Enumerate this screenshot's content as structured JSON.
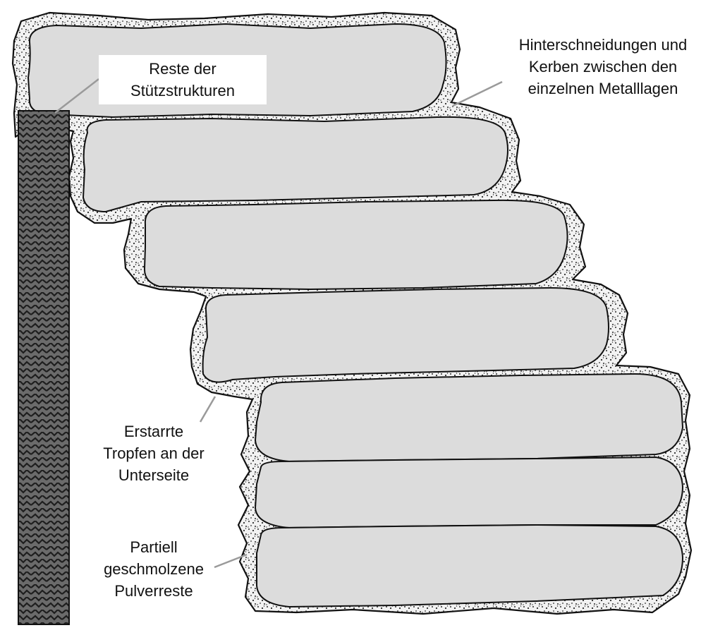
{
  "labels": {
    "support_residue": [
      "Reste der",
      "Stützstrukturen"
    ],
    "undercuts": [
      "Hinterschneidungen und",
      "Kerben zwischen den",
      "einzelnen Metalllagen"
    ],
    "solidified_drops": [
      "Erstarrte",
      "Tropfen an der",
      "Unterseite"
    ],
    "partially_melted_powder": [
      "Partiell",
      "geschmolzene",
      "Pulverreste"
    ]
  },
  "colors": {
    "layer_fill": "#dcdcdc",
    "outline": "#111111",
    "powder_fill": "#f2f2f2",
    "powder_dots": "#2a2a2a",
    "support_fill": "#6b6b6b",
    "support_pattern": "#1e1e1e",
    "leader_line": "#9a9a9a"
  }
}
